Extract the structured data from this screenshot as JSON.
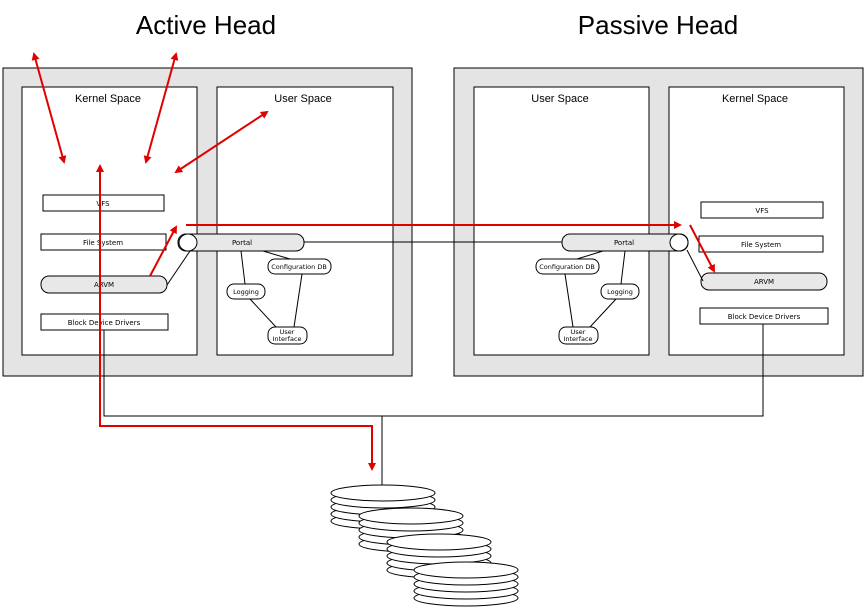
{
  "active_head": {
    "title": "Active Head",
    "kernel_space": {
      "label": "Kernel Space",
      "vfs": "VFS",
      "file_system": "File System",
      "arvm": "ARVM",
      "block_device_drivers": "Block Device Drivers"
    },
    "user_space": {
      "label": "User Space",
      "portal": "Portal",
      "configuration_db": "Configuration DB",
      "logging": "Logging",
      "user_interface_line1": "User",
      "user_interface_line2": "Interface"
    }
  },
  "passive_head": {
    "title": "Passive Head",
    "user_space": {
      "label": "User Space",
      "portal": "Portal",
      "configuration_db": "Configuration DB",
      "logging": "Logging",
      "user_interface_line1": "User",
      "user_interface_line2": "Interface"
    },
    "kernel_space": {
      "label": "Kernel Space",
      "vfs": "VFS",
      "file_system": "File System",
      "arvm": "ARVM",
      "block_device_drivers": "Block Device Drivers"
    }
  },
  "colors": {
    "arrow": "#e00000",
    "panel_fill": "#e4e4e4",
    "pill_fill": "#e8e8e8"
  }
}
